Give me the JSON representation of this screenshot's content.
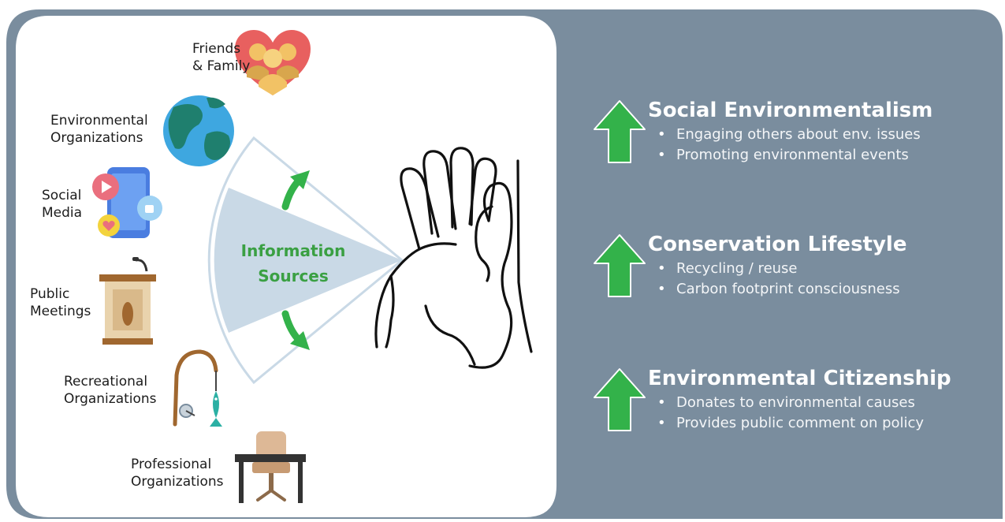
{
  "colors": {
    "panel_gray": "#7a8d9e",
    "card_white": "#ffffff",
    "arrow_green": "#33b24a",
    "label_green": "#3aa043",
    "cone_fill": "#c9d9e6"
  },
  "sources": [
    {
      "id": "friends",
      "line1": "Friends",
      "line2": "& Family",
      "icon": "heart-family-icon"
    },
    {
      "id": "environmental",
      "line1": "Environmental",
      "line2": "Organizations",
      "icon": "globe-icon"
    },
    {
      "id": "social",
      "line1": "Social",
      "line2": "Media",
      "icon": "smartphone-icon"
    },
    {
      "id": "public",
      "line1": "Public",
      "line2": "Meetings",
      "icon": "podium-icon"
    },
    {
      "id": "recreational",
      "line1": "Recreational",
      "line2": "Organizations",
      "icon": "fishing-rod-icon"
    },
    {
      "id": "professional",
      "line1": "Professional",
      "line2": "Organizations",
      "icon": "office-desk-icon"
    }
  ],
  "center_label": {
    "line1": "Information",
    "line2": "Sources"
  },
  "outcomes": [
    {
      "title": "Social Environmentalism",
      "bullets": [
        "Engaging others about env. issues",
        "Promoting environmental events"
      ]
    },
    {
      "title": "Conservation Lifestyle",
      "bullets": [
        "Recycling / reuse",
        "Carbon footprint consciousness"
      ]
    },
    {
      "title": "Environmental Citizenship",
      "bullets": [
        "Donates to environmental causes",
        "Provides public comment on policy"
      ]
    }
  ]
}
